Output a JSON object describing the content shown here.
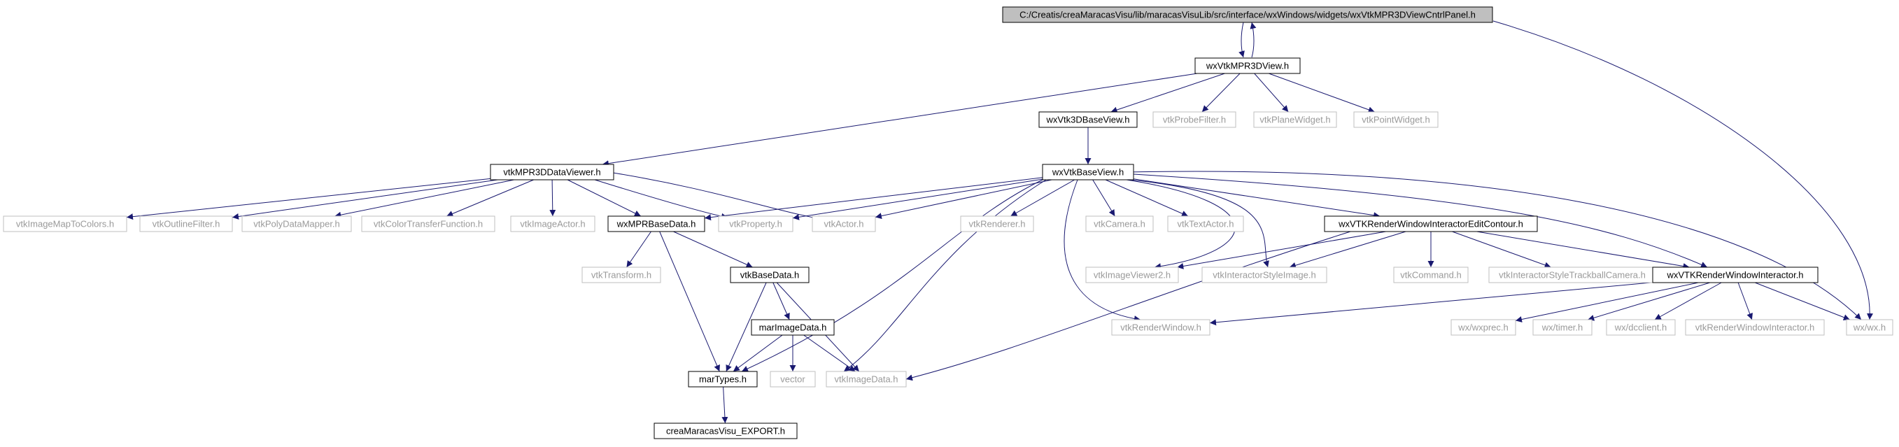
{
  "colors": {
    "edge": "#191970",
    "box_border_black": "#000000",
    "box_border_gray": "#bfbfbf",
    "root_fill": "#bfbfbf",
    "text_black": "#000000",
    "text_gray": "#9a9a9a"
  },
  "nodes": [
    {
      "id": "root",
      "label": "C:/Creatis/creaMaracasVisu/lib/maracasVisuLib/src/interface/wxWindows/widgets/wxVtkMPR3DViewCntrlPanel.h",
      "style": "root"
    },
    {
      "id": "wxVtkMPR3DView",
      "label": "wxVtkMPR3DView.h",
      "style": "doc"
    },
    {
      "id": "wxVtk3DBaseView",
      "label": "wxVtk3DBaseView.h",
      "style": "doc"
    },
    {
      "id": "vtkProbeFilter",
      "label": "vtkProbeFilter.h",
      "style": "ext"
    },
    {
      "id": "vtkPlaneWidget",
      "label": "vtkPlaneWidget.h",
      "style": "ext"
    },
    {
      "id": "vtkPointWidget",
      "label": "vtkPointWidget.h",
      "style": "ext"
    },
    {
      "id": "vtkMPR3DDataViewer",
      "label": "vtkMPR3DDataViewer.h",
      "style": "doc"
    },
    {
      "id": "wxVtkBaseView",
      "label": "wxVtkBaseView.h",
      "style": "doc"
    },
    {
      "id": "vtkImageMapToColors",
      "label": "vtkImageMapToColors.h",
      "style": "ext"
    },
    {
      "id": "vtkOutlineFilter",
      "label": "vtkOutlineFilter.h",
      "style": "ext"
    },
    {
      "id": "vtkPolyDataMapper",
      "label": "vtkPolyDataMapper.h",
      "style": "ext"
    },
    {
      "id": "vtkColorTransferFunction",
      "label": "vtkColorTransferFunction.h",
      "style": "ext"
    },
    {
      "id": "vtkImageActor",
      "label": "vtkImageActor.h",
      "style": "ext"
    },
    {
      "id": "wxMPRBaseData",
      "label": "wxMPRBaseData.h",
      "style": "doc"
    },
    {
      "id": "vtkProperty",
      "label": "vtkProperty.h",
      "style": "ext"
    },
    {
      "id": "vtkActor",
      "label": "vtkActor.h",
      "style": "ext"
    },
    {
      "id": "vtkRenderer",
      "label": "vtkRenderer.h",
      "style": "ext"
    },
    {
      "id": "vtkCamera",
      "label": "vtkCamera.h",
      "style": "ext"
    },
    {
      "id": "vtkTextActor",
      "label": "vtkTextActor.h",
      "style": "ext"
    },
    {
      "id": "wxVTKRWIEditContour",
      "label": "wxVTKRenderWindowInteractorEditContour.h",
      "style": "doc"
    },
    {
      "id": "vtkTransform",
      "label": "vtkTransform.h",
      "style": "ext"
    },
    {
      "id": "vtkBaseData",
      "label": "vtkBaseData.h",
      "style": "doc"
    },
    {
      "id": "vtkImageViewer2",
      "label": "vtkImageViewer2.h",
      "style": "ext"
    },
    {
      "id": "vtkInteractorStyleImage",
      "label": "vtkInteractorStyleImage.h",
      "style": "ext"
    },
    {
      "id": "vtkCommand",
      "label": "vtkCommand.h",
      "style": "ext"
    },
    {
      "id": "vtkInteractorStyleTrackballCamera",
      "label": "vtkInteractorStyleTrackballCamera.h",
      "style": "ext"
    },
    {
      "id": "wxVTKRWI",
      "label": "wxVTKRenderWindowInteractor.h",
      "style": "doc"
    },
    {
      "id": "marImageData",
      "label": "marImageData.h",
      "style": "doc"
    },
    {
      "id": "vtkRenderWindow",
      "label": "vtkRenderWindow.h",
      "style": "ext"
    },
    {
      "id": "wxwxprec",
      "label": "wx/wxprec.h",
      "style": "ext"
    },
    {
      "id": "wxtimer",
      "label": "wx/timer.h",
      "style": "ext"
    },
    {
      "id": "wxdcclient",
      "label": "wx/dcclient.h",
      "style": "ext"
    },
    {
      "id": "vtkRenderWindowInteractor",
      "label": "vtkRenderWindowInteractor.h",
      "style": "ext"
    },
    {
      "id": "wxwx",
      "label": "wx/wx.h",
      "style": "ext"
    },
    {
      "id": "marTypes",
      "label": "marTypes.h",
      "style": "doc"
    },
    {
      "id": "vector",
      "label": "vector",
      "style": "ext"
    },
    {
      "id": "vtkImageData",
      "label": "vtkImageData.h",
      "style": "ext"
    },
    {
      "id": "creaMaracasVisuExport",
      "label": "creaMaracasVisu_EXPORT.h",
      "style": "doc"
    }
  ],
  "edges": [
    [
      "root",
      "wxVtkMPR3DView"
    ],
    [
      "wxVtkMPR3DView",
      "root"
    ],
    [
      "root",
      "wxwx"
    ],
    [
      "wxVtkMPR3DView",
      "vtkMPR3DDataViewer"
    ],
    [
      "wxVtkMPR3DView",
      "wxVtk3DBaseView"
    ],
    [
      "wxVtkMPR3DView",
      "vtkProbeFilter"
    ],
    [
      "wxVtkMPR3DView",
      "vtkPlaneWidget"
    ],
    [
      "wxVtkMPR3DView",
      "vtkPointWidget"
    ],
    [
      "wxVtk3DBaseView",
      "wxVtkBaseView"
    ],
    [
      "vtkMPR3DDataViewer",
      "vtkImageMapToColors"
    ],
    [
      "vtkMPR3DDataViewer",
      "vtkOutlineFilter"
    ],
    [
      "vtkMPR3DDataViewer",
      "vtkPolyDataMapper"
    ],
    [
      "vtkMPR3DDataViewer",
      "vtkColorTransferFunction"
    ],
    [
      "vtkMPR3DDataViewer",
      "vtkImageActor"
    ],
    [
      "vtkMPR3DDataViewer",
      "wxMPRBaseData"
    ],
    [
      "vtkMPR3DDataViewer",
      "vtkProperty"
    ],
    [
      "vtkMPR3DDataViewer",
      "vtkActor"
    ],
    [
      "wxVtkBaseView",
      "wxMPRBaseData"
    ],
    [
      "wxVtkBaseView",
      "vtkProperty"
    ],
    [
      "wxVtkBaseView",
      "vtkActor"
    ],
    [
      "wxVtkBaseView",
      "vtkRenderer"
    ],
    [
      "wxVtkBaseView",
      "vtkCamera"
    ],
    [
      "wxVtkBaseView",
      "vtkTextActor"
    ],
    [
      "wxVtkBaseView",
      "wxVTKRWIEditContour"
    ],
    [
      "wxVtkBaseView",
      "vtkImageViewer2"
    ],
    [
      "wxVtkBaseView",
      "vtkInteractorStyleImage"
    ],
    [
      "wxVtkBaseView",
      "wxVTKRWI"
    ],
    [
      "wxVtkBaseView",
      "vtkRenderWindow"
    ],
    [
      "wxVtkBaseView",
      "marTypes"
    ],
    [
      "wxVtkBaseView",
      "vtkImageData"
    ],
    [
      "wxVtkBaseView",
      "wxwx"
    ],
    [
      "wxMPRBaseData",
      "vtkTransform"
    ],
    [
      "wxMPRBaseData",
      "vtkBaseData"
    ],
    [
      "wxMPRBaseData",
      "marTypes"
    ],
    [
      "vtkBaseData",
      "marImageData"
    ],
    [
      "vtkBaseData",
      "marTypes"
    ],
    [
      "vtkBaseData",
      "vtkImageData"
    ],
    [
      "marImageData",
      "marTypes"
    ],
    [
      "marImageData",
      "vector"
    ],
    [
      "marImageData",
      "vtkImageData"
    ],
    [
      "marTypes",
      "creaMaracasVisuExport"
    ],
    [
      "wxVTKRWIEditContour",
      "vtkImageViewer2"
    ],
    [
      "wxVTKRWIEditContour",
      "vtkInteractorStyleImage"
    ],
    [
      "wxVTKRWIEditContour",
      "vtkCommand"
    ],
    [
      "wxVTKRWIEditContour",
      "vtkInteractorStyleTrackballCamera"
    ],
    [
      "wxVTKRWIEditContour",
      "wxVTKRWI"
    ],
    [
      "wxVTKRWIEditContour",
      "vtkImageData"
    ],
    [
      "wxVTKRWI",
      "vtkRenderWindow"
    ],
    [
      "wxVTKRWI",
      "wxwxprec"
    ],
    [
      "wxVTKRWI",
      "wxtimer"
    ],
    [
      "wxVTKRWI",
      "wxdcclient"
    ],
    [
      "wxVTKRWI",
      "vtkRenderWindowInteractor"
    ],
    [
      "wxVTKRWI",
      "wxwx"
    ]
  ]
}
